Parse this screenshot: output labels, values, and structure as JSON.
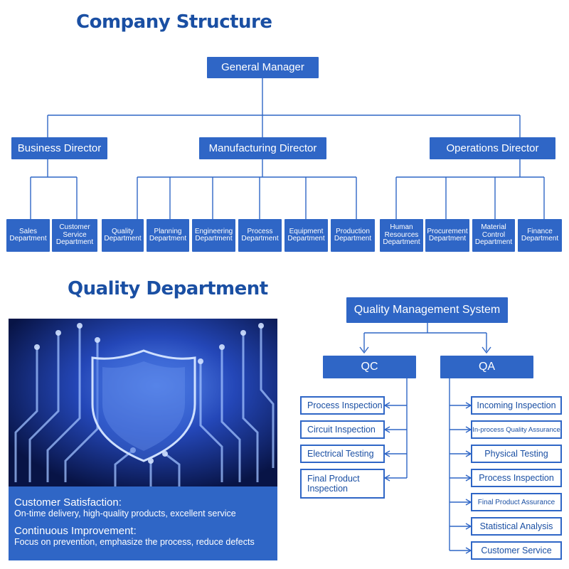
{
  "titles": {
    "company": "Company Structure",
    "quality": "Quality Department"
  },
  "org": {
    "gm": "General Manager",
    "directors": {
      "business": "Business Director",
      "manufacturing": "Manufacturing Director",
      "operations": "Operations Director"
    },
    "departments": {
      "sales": "Sales Department",
      "customer_service": "Customer Service Department",
      "quality": "Quality Department",
      "planning": "Planning Department",
      "engineering": "Engineering Department",
      "process": "Process Department",
      "equipment": "Equipment Department",
      "production": "Production Department",
      "hr": "Human Resources Department",
      "procurement": "Procurement Department",
      "material": "Material Control Department",
      "finance": "Finance Department"
    }
  },
  "qms": {
    "title": "Quality Management System",
    "qc": "QC",
    "qa": "QA",
    "qc_items": [
      "Process Inspection",
      "Circuit Inspection",
      "Electrical Testing",
      "Final Product Inspection"
    ],
    "qa_items": [
      "Incoming Inspection",
      "In-process Quality Assurance",
      "Physical Testing",
      "Process Inspection",
      "Final Product Assurance",
      "Statistical Analysis",
      "Customer Service"
    ]
  },
  "caption": {
    "h1": "Customer Satisfaction:",
    "t1": "On-time delivery, high-quality products, excellent service",
    "h2": "Continuous Improvement:",
    "t2": "Focus on prevention, emphasize the process, reduce defects"
  },
  "colors": {
    "primary": "#2f66c6",
    "title": "#1a4fa3"
  }
}
